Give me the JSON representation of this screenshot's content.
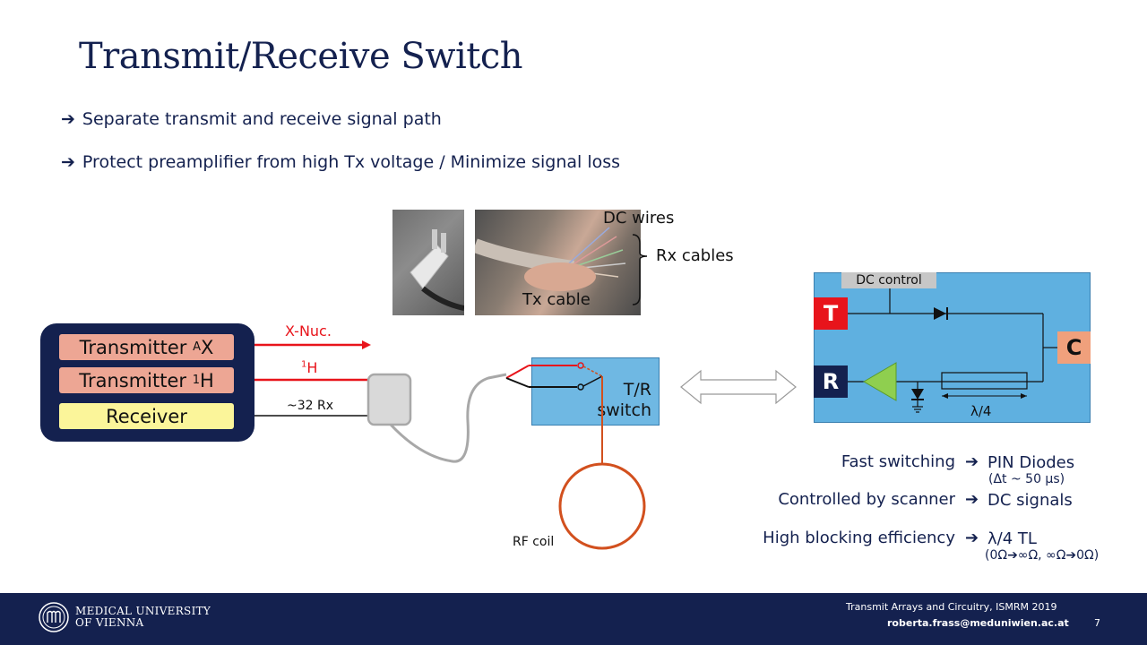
{
  "slide": {
    "title": "Transmit/Receive Switch",
    "bullets": [
      {
        "arrow": "➔",
        "text": "Separate transmit and receive signal path"
      },
      {
        "arrow": "➔",
        "text": "Protect preamplifier from high Tx voltage / Minimize signal loss"
      }
    ]
  },
  "photos": {
    "dc_wires": "DC wires",
    "rx_cables": "Rx cables",
    "tx_cable": "Tx cable"
  },
  "console": {
    "transmitter_ax_base": "Transmitter ",
    "transmitter_ax_sup": "A",
    "transmitter_ax_tail": "X",
    "transmitter_1h_base": "Transmitter ",
    "transmitter_1h_sup": "1",
    "transmitter_1h_tail": "H",
    "receiver": "Receiver"
  },
  "signals": {
    "xnuc": "X-Nuc.",
    "h1_sup": "1",
    "h1": "H",
    "rx": "~32 Rx"
  },
  "tr_switch": {
    "line1": "T/R",
    "line2": "switch"
  },
  "rf_coil": "RF coil",
  "circuit": {
    "dc_control": "DC control",
    "t": "T",
    "r": "R",
    "c": "C",
    "lambda": "λ/4"
  },
  "features": [
    {
      "label": "Fast switching",
      "arrow": "➔",
      "value": "PIN Diodes",
      "note": "(Δt ~ 50 µs)"
    },
    {
      "label": "Controlled by scanner",
      "arrow": "➔",
      "value": "DC signals",
      "note": ""
    },
    {
      "label": "High blocking efficiency",
      "arrow": "➔",
      "value": "λ/4 TL",
      "note": "(0Ω➔∞Ω, ∞Ω➔0Ω)"
    }
  ],
  "footer": {
    "uni_line1": "MEDICAL UNIVERSITY",
    "uni_line2": "OF VIENNA",
    "conference": "Transmit Arrays and Circuitry, ISMRM 2019",
    "email": "roberta.frass@meduniwien.ac.at",
    "page": "7"
  },
  "colors": {
    "navy": "#14214f",
    "red": "#e8141b",
    "blue_box": "#5fb0e0",
    "salmon": "#eda694",
    "yellow": "#fbf59a",
    "coil": "#d2501e"
  }
}
